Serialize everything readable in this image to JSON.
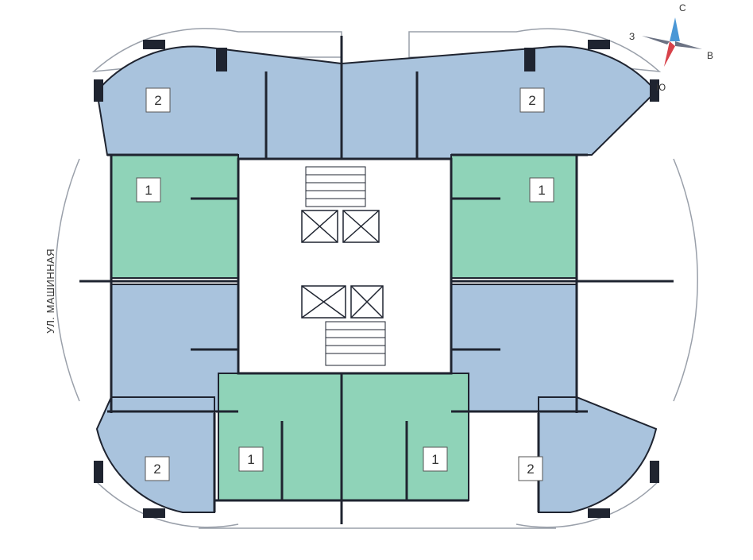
{
  "colors": {
    "two_room": "#a9c3dd",
    "one_room": "#8fd3b8",
    "wall": "#1f2430",
    "window": "#ffffff",
    "core": "#ffffff",
    "compass_north": "#4a97d6",
    "compass_south": "#d8424a",
    "compass_ew": "#6b7283"
  },
  "street_label": "УЛ. МАШИННАЯ",
  "compass": {
    "north": "С",
    "west": "З",
    "east": "В",
    "south": "Ю"
  },
  "units": [
    {
      "id": "nw-large",
      "rooms": "2"
    },
    {
      "id": "ne-large",
      "rooms": "2"
    },
    {
      "id": "w-upper",
      "rooms": "1"
    },
    {
      "id": "e-upper",
      "rooms": "1"
    },
    {
      "id": "sw-large",
      "rooms": "2"
    },
    {
      "id": "s-left",
      "rooms": "1"
    },
    {
      "id": "s-right",
      "rooms": "1"
    },
    {
      "id": "se-large",
      "rooms": "2"
    }
  ]
}
